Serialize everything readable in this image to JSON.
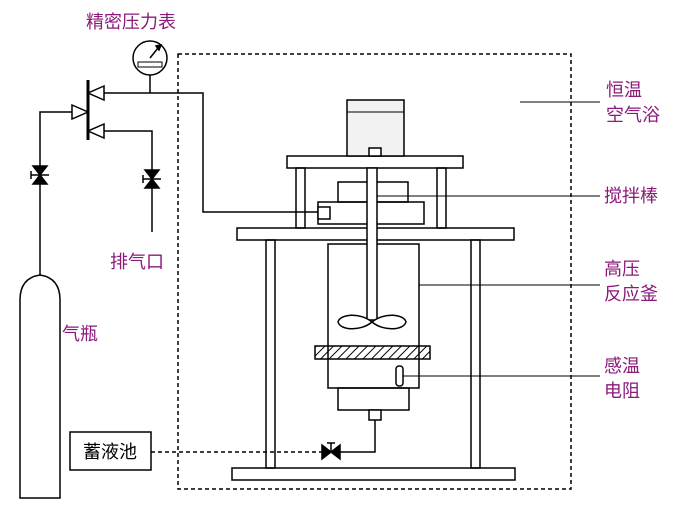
{
  "labels": {
    "gauge": "精密压力表",
    "air_bath_line1": "恒温",
    "air_bath_line2": "空气浴",
    "stirrer": "搅拌棒",
    "reactor_line1": "高压",
    "reactor_line2": "反应釜",
    "thermistor_line1": "感温",
    "thermistor_line2": "电阻",
    "vent": "排气口",
    "cylinder": "气瓶",
    "reservoir": "蓄液池"
  },
  "colors": {
    "label_text": "#8b1a7a",
    "line": "#000000",
    "motor_fill": "#f2f2f2"
  }
}
